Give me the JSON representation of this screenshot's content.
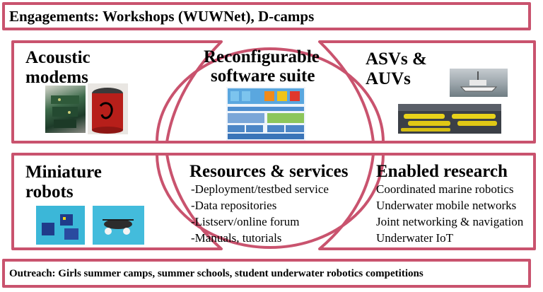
{
  "colors": {
    "outline": "#c9536e",
    "text": "#000000"
  },
  "top_bar": {
    "text": "Engagements: Workshops (WUWNet), D-camps"
  },
  "bottom_bar": {
    "text": "Outreach: Girls summer camps, summer schools, student underwater robotics competitions"
  },
  "sections": {
    "acoustic_modems": {
      "title_line1": "Acoustic",
      "title_line2": "modems",
      "images": [
        "modem-board-photo",
        "modem-canister-photo"
      ]
    },
    "software_suite": {
      "title_line1": "Reconfigurable",
      "title_line2": "software suite",
      "images": [
        "software-architecture-diagram"
      ]
    },
    "asvs_auvs": {
      "title_line1": "ASVs &",
      "title_line2": "AUVs",
      "images": [
        "asv-photo",
        "auv-fleet-photo"
      ]
    },
    "miniature_robots": {
      "title_line1": "Miniature",
      "title_line2": "robots",
      "images": [
        "mini-robots-underwater-photo-1",
        "mini-robots-underwater-photo-2"
      ]
    },
    "resources": {
      "title": "Resources & services",
      "items": [
        "-Deployment/testbed service",
        "-Data repositories",
        "-Listserv/online forum",
        "-Manuals, tutorials"
      ]
    },
    "enabled_research": {
      "title": "Enabled research",
      "items": [
        "Coordinated marine robotics",
        "Underwater mobile networks",
        "Joint networking & navigation",
        "Underwater IoT"
      ]
    }
  }
}
